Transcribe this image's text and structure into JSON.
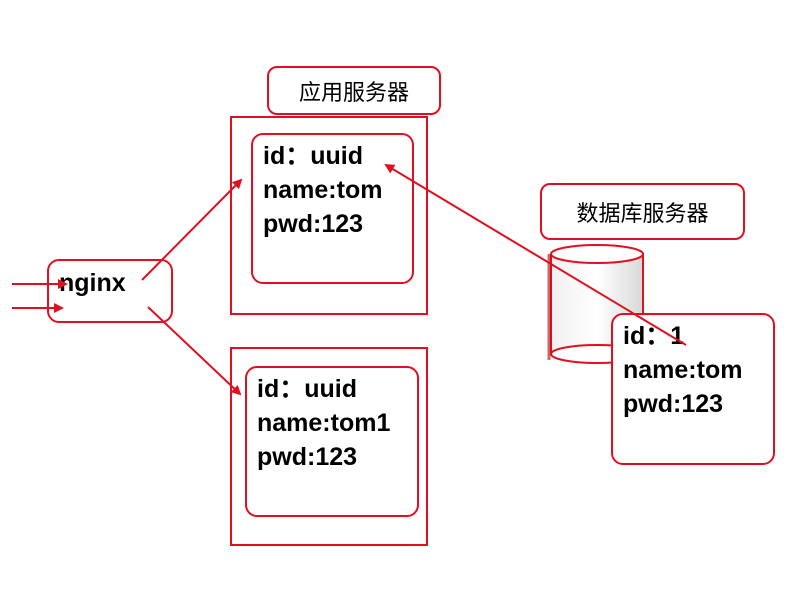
{
  "app_server_label": "应用服务器",
  "db_server_label": "数据库服务器",
  "nginx_label": "nginx",
  "app_card_1": {
    "id": "id：uuid",
    "name": "name:tom",
    "pwd": "pwd:123"
  },
  "app_card_2": {
    "id": "id：uuid",
    "name": "name:tom1",
    "pwd": "pwd:123"
  },
  "db_card": {
    "id": "id：1",
    "name": "name:tom",
    "pwd": "pwd:123"
  },
  "colors": {
    "accent": "#e01020",
    "text": "#000000",
    "background": "#ffffff"
  }
}
